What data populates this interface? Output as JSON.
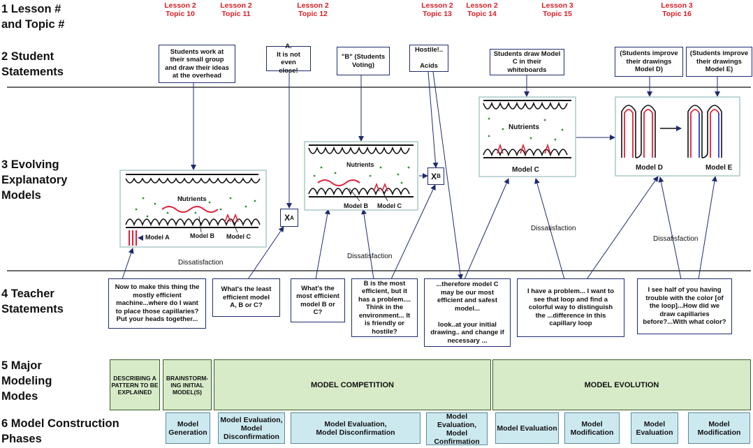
{
  "rows": {
    "r1": "1 Lesson #\nand Topic #",
    "r2": "2 Student\nStatements",
    "r3": "3 Evolving\nExplanatory\nModels",
    "r4": "4 Teacher\nStatements",
    "r5": "5 Major\nModeling\nModes",
    "r6": "6 Model Construction\nPhases"
  },
  "topics": [
    "Lesson 2\nTopic 10",
    "Lesson 2\nTopic 11",
    "Lesson 2\nTopic 12",
    "Lesson 2\nTopic 13",
    "Lesson 2\nTopic 14",
    "Lesson 3\nTopic 15",
    "Lesson 3\nTopic 16"
  ],
  "student_statements": [
    "Students work at\ntheir small group\nand draw their ideas\nat the overhead",
    "A.\nIt is not even\nclose!",
    "\"B\" (Students\nVoting)",
    "Hostile!..\n\nAcids",
    "Students draw Model\nC in their\nwhiteboards",
    "(Students improve\ntheir drawings\nModel D)",
    "(Students improve\ntheir drawings\nModel E)"
  ],
  "models": {
    "nutrients": "Nutrients",
    "model_a": "Model A",
    "model_b": "Model B",
    "model_c": "Model C",
    "model_d": "Model D",
    "model_e": "Model E",
    "x_letter": "X",
    "x_a_sub": "A",
    "x_b_sub": "B",
    "dissatisfaction": "Dissatisfaction"
  },
  "teacher_statements": [
    "Now to make this thing the\nmostly efficient\nmachine...where do I want\nto place those capillaries?\nPut your heads together...",
    "What's the least\nefficient model\nA, B or C?",
    "What's the\nmost efficient\nmodel B or\nC?",
    "B is the most\nefficient, but it\nhas a problem....\nThink in the\nenvironment... It\nis friendly or\nhostile?",
    "...therefore model C\nmay be our most\nefficient and safest\nmodel...\n\nlook..at your initial\ndrawing.. and change if\nnecessary ...",
    "I have a problem... I want to\nsee that loop and find a\ncolorful way to distinguish\nthe ...difference in this\ncapillary loop",
    "I see half of you having\ntrouble with the color [of\nthe loop]...How did we\ndraw capillaries\nbefore?...With what color?"
  ],
  "modes": [
    "DESCRIBING A\nPATTERN TO BE\nEXPLAINED",
    "BRAINSTORM-\nING INITIAL\nMODEL(S)",
    "MODEL COMPETITION",
    "MODEL EVOLUTION"
  ],
  "phases": [
    "Model\nGeneration",
    "Model Evaluation,\nModel\nDisconfirmation",
    "Model Evaluation,\nModel Disconfirmation",
    "Model\nEvaluation,\nModel\nConfirmation",
    "Model Evaluation",
    "Model\nModification",
    "Model\nEvaluation",
    "Model\nModification"
  ],
  "colors": {
    "topic": "#d92027",
    "border": "#1f2b6e",
    "mode_fill": "#d8ebc8",
    "phase_fill": "#cde9f0",
    "capillary_red": "#e0203a",
    "capillary_blue": "#2a3cc8",
    "speck_green": "#3a8a3a"
  }
}
